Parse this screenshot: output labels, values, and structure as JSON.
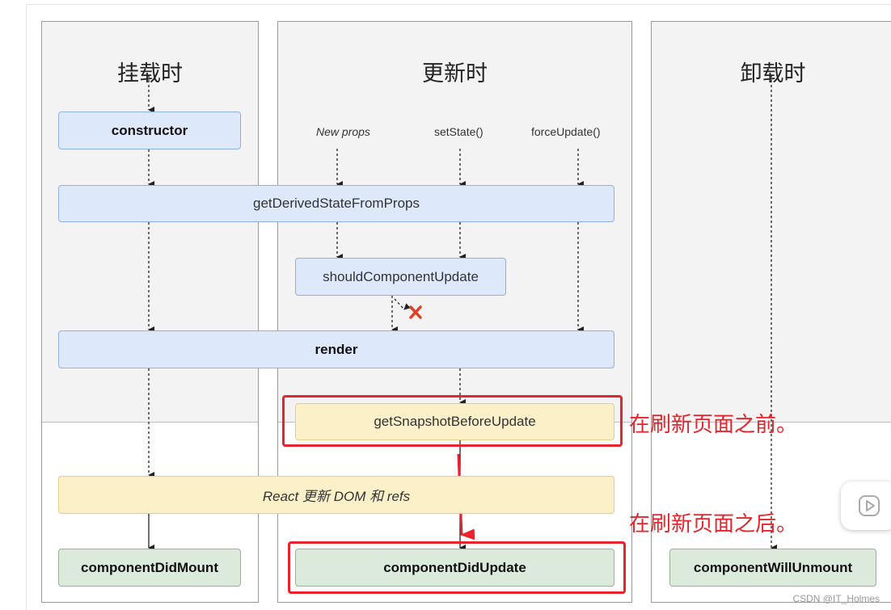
{
  "columns": {
    "mount_title": "挂载时",
    "update_title": "更新时",
    "unmount_title": "卸载时"
  },
  "triggers": {
    "new_props": "New props",
    "set_state": "setState()",
    "force_update": "forceUpdate()"
  },
  "methods": {
    "constructor": "constructor",
    "get_derived": "getDerivedStateFromProps",
    "should_update": "shouldComponentUpdate",
    "render": "render",
    "snapshot": "getSnapshotBeforeUpdate",
    "react_update_dom": "React 更新 DOM 和 refs",
    "did_mount": "componentDidMount",
    "did_update": "componentDidUpdate",
    "will_unmount": "componentWillUnmount"
  },
  "annotations": {
    "before_refresh": "在刷新页面之前。",
    "after_refresh": "在刷新页面之后。"
  },
  "watermark": "CSDN @IT_Holmes",
  "colors": {
    "phase_blue": "#dde8fb",
    "phase_yellow": "#fcf0c9",
    "phase_green": "#dceadb",
    "annotation_red": "#e8232b"
  },
  "icons": [
    "x-icon",
    "play-icon"
  ]
}
